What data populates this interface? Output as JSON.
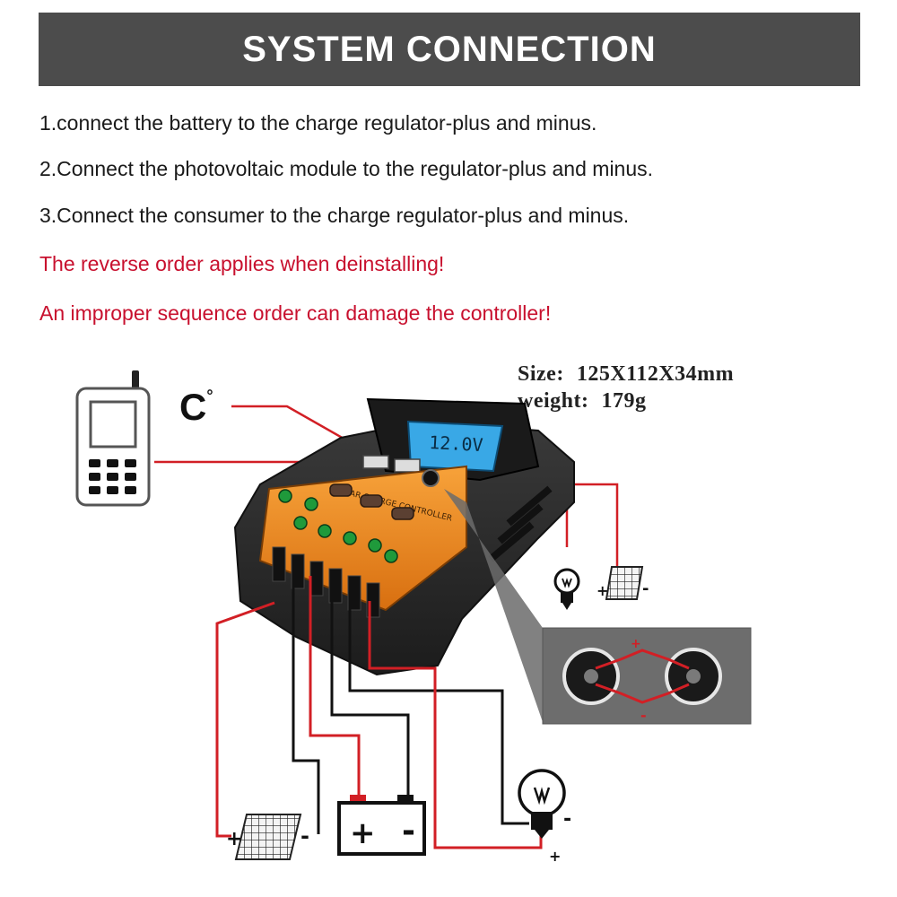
{
  "header": {
    "title": "SYSTEM CONNECTION"
  },
  "instructions": [
    "1.connect the battery to the charge regulator-plus and minus.",
    "2.Connect the photovoltaic module to the regulator-plus and minus.",
    "3.Connect the consumer to the charge regulator-plus and minus."
  ],
  "warnings": [
    "The reverse order applies when deinstalling!",
    "An improper sequence order can damage the controller!"
  ],
  "specs": {
    "size_label": "Size:",
    "size_value": "125X112X34mm",
    "weight_label": "weight:",
    "weight_value": "179g"
  },
  "temperature": {
    "unit": "C",
    "degree": "°"
  },
  "controller": {
    "lcd_reading": "12.0V",
    "panel_label": "SOLAR CHARGE CONTROLLER"
  },
  "terminals": {
    "solar_plus": "+",
    "solar_minus": "-",
    "battery_plus": "+",
    "battery_minus": "-",
    "load_plus": "+",
    "load_minus": "-",
    "right_bulb_plus": "+",
    "right_panel_minus": "-",
    "inset_plus": "+",
    "inset_minus": "-"
  },
  "colors": {
    "banner": "#4c4c4c",
    "warning_text": "#c8102e",
    "wire_red": "#d21f25",
    "wire_black": "#111111",
    "controller_body": "#2a2a2a",
    "controller_accent": "#f08a1c",
    "lcd": "#39a8e6"
  }
}
